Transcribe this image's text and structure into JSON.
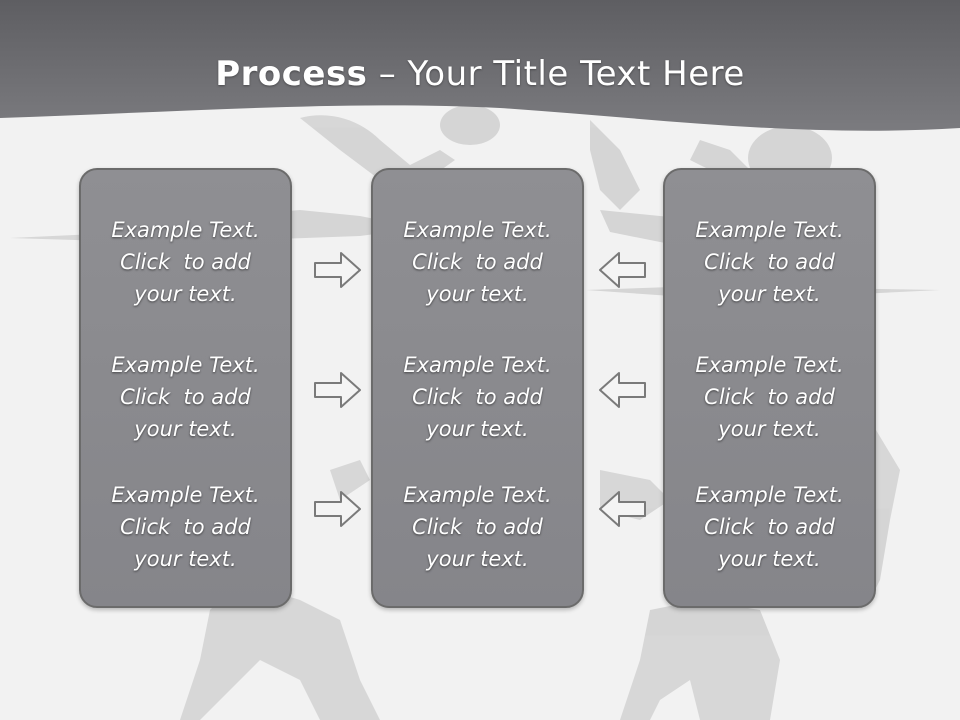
{
  "title": {
    "bold": "Process",
    "rest": " – Your Title Text Here"
  },
  "panels": [
    {
      "blocks": [
        {
          "line1": "Example Text.",
          "line2": "Click  to add",
          "line3": "your text."
        },
        {
          "line1": "Example Text.",
          "line2": "Click  to add",
          "line3": "your text."
        },
        {
          "line1": "Example Text.",
          "line2": "Click  to add",
          "line3": "your text."
        }
      ]
    },
    {
      "blocks": [
        {
          "line1": "Example Text.",
          "line2": "Click  to add",
          "line3": "your text."
        },
        {
          "line1": "Example Text.",
          "line2": "Click  to add",
          "line3": "your text."
        },
        {
          "line1": "Example Text.",
          "line2": "Click  to add",
          "line3": "your text."
        }
      ]
    },
    {
      "blocks": [
        {
          "line1": "Example Text.",
          "line2": "Click  to add",
          "line3": "your text."
        },
        {
          "line1": "Example Text.",
          "line2": "Click  to add",
          "line3": "your text."
        },
        {
          "line1": "Example Text.",
          "line2": "Click  to add",
          "line3": "your text."
        }
      ]
    }
  ],
  "arrows": {
    "left_column": "right-arrow-icon",
    "right_column": "left-arrow-icon"
  },
  "colors": {
    "title_band": "#6e6e72",
    "panel_fill": "#8c8c90",
    "panel_border": "#6b6b6b",
    "background": "#f2f2f2",
    "silhouettes": "#c8c8c8"
  }
}
